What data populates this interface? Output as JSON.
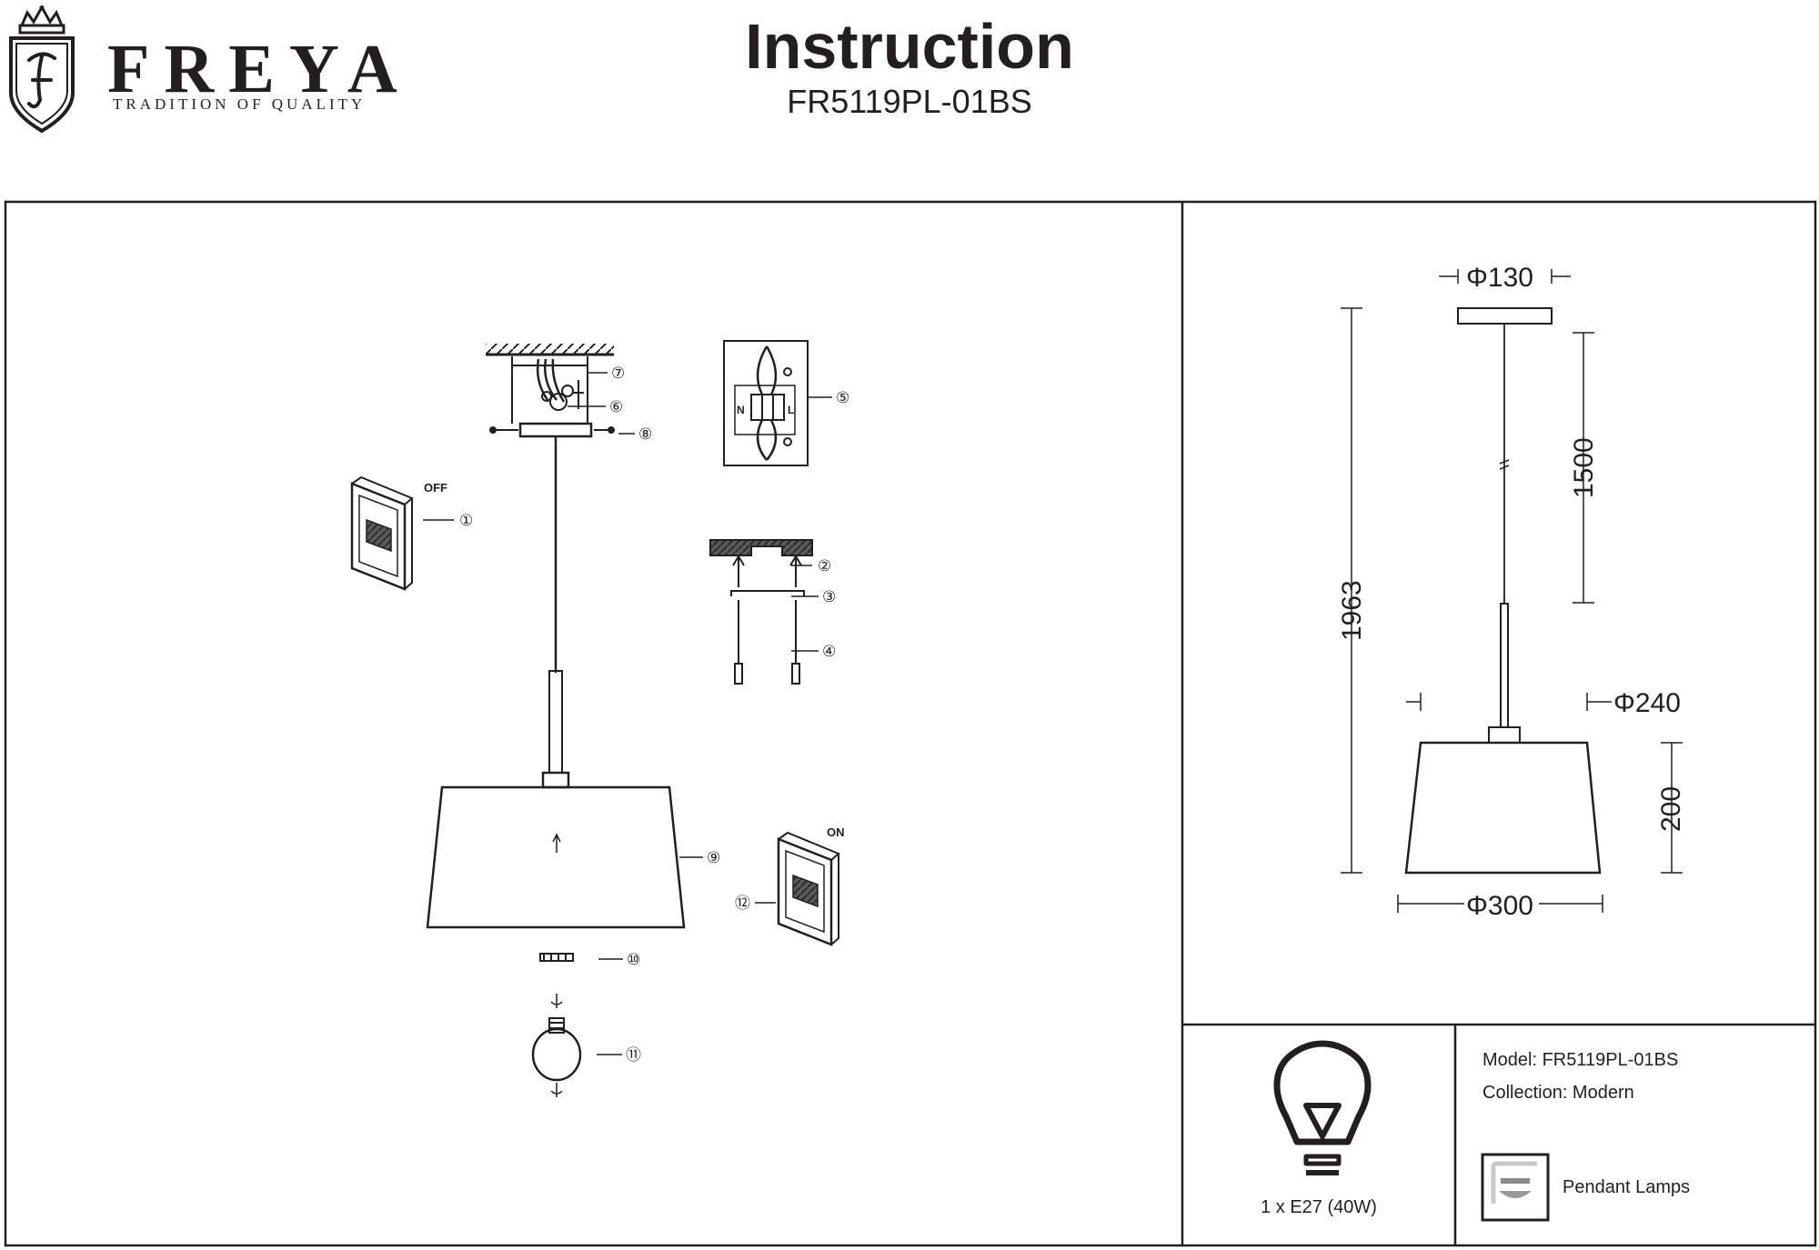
{
  "header": {
    "brand": "FREYA",
    "tagline": "TRADITION OF QUALITY",
    "title": "Instruction",
    "model_code": "FR5119PL-01BS"
  },
  "assembly": {
    "label_off": "OFF",
    "label_on": "ON",
    "terminal_n": "N",
    "terminal_l": "L",
    "callouts": [
      "①",
      "②",
      "③",
      "④",
      "⑤",
      "⑥",
      "⑦",
      "⑧",
      "⑨",
      "⑩",
      "⑪",
      "⑫"
    ]
  },
  "dimensions": {
    "canopy_diameter": "Φ130",
    "total_height": "1963",
    "cord_length": "1500",
    "shade_top_diameter": "Φ240",
    "shade_height": "200",
    "shade_bottom_diameter": "Φ300"
  },
  "specs": {
    "bulb": "1 x E27 (40W)",
    "model": "Model: FR5119PL-01BS",
    "collection": "Collection: Modern",
    "category": "Pendant Lamps"
  }
}
